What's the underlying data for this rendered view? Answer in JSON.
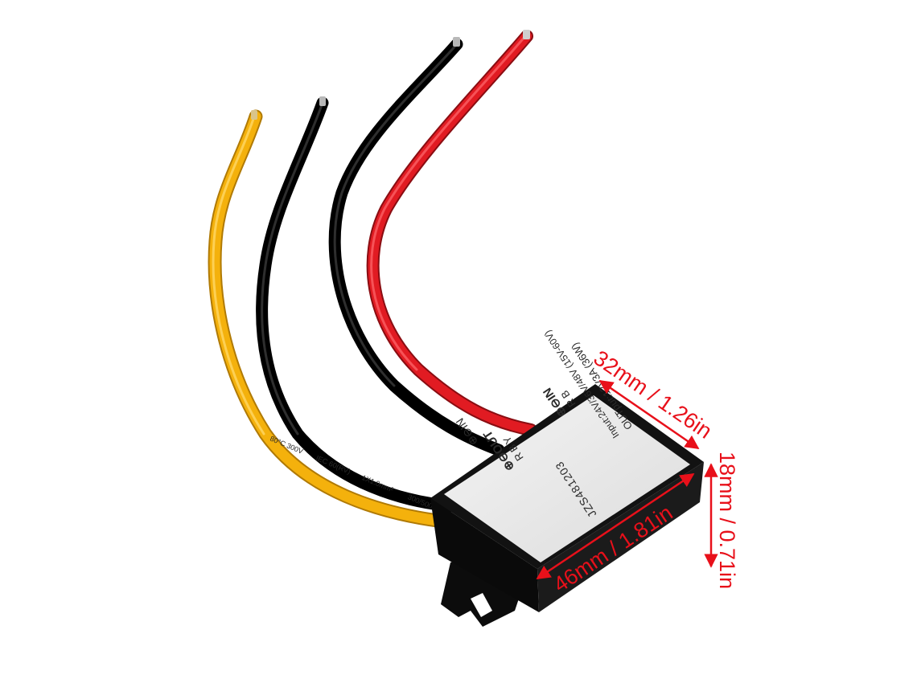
{
  "colors": {
    "dimension": "#e8101a",
    "wire_red": "#e11b22",
    "wire_black": "#1b1b1b",
    "wire_yellow": "#f4b10c",
    "housing": "#121212",
    "label_bg": "#ececec"
  },
  "module_label": {
    "in_line": "⊕⊖IN",
    "in_wires": "R B",
    "input_spec": "Input:24V/36V/48V (15V-60V)",
    "output_spec": "OUTput:12V3A (36W)",
    "model": "JZS481203",
    "out_line": "⊕⊖OUT",
    "out_wires": "R B Y"
  },
  "wire_print": {
    "segment_1": "80°C 300V",
    "segment_2": "IEC 60(RV)",
    "segment_3": "1X1.0mm²",
    "segment_4": "300/500V"
  },
  "dimensions": {
    "width": "32mm / 1.26in",
    "height": "18mm / 0.71in",
    "length": "46mm / 1.81in"
  }
}
